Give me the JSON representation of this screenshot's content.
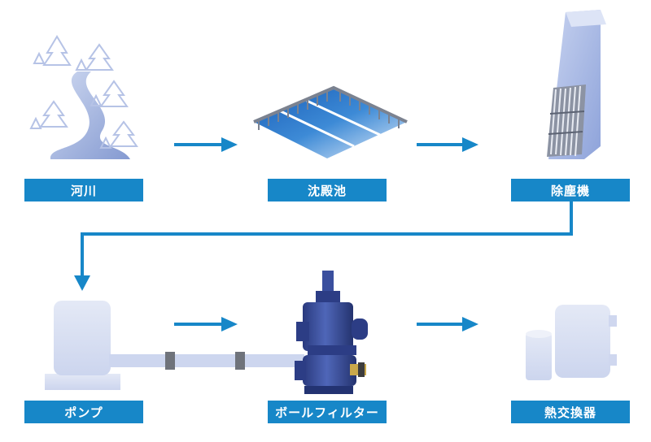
{
  "labels": {
    "river": "河川",
    "settling_pond": "沈殿池",
    "dust_remover": "除塵機",
    "pump": "ポンプ",
    "ball_filter": "ボールフィルター",
    "heat_exchanger": "熱交換器"
  },
  "colors": {
    "label_bg": "#1787c8",
    "arrow": "#1787c8",
    "illustration_light": "#dfe6f4",
    "illustration_mid": "#b9c6e6",
    "filter_body": "#3a4f9e"
  }
}
